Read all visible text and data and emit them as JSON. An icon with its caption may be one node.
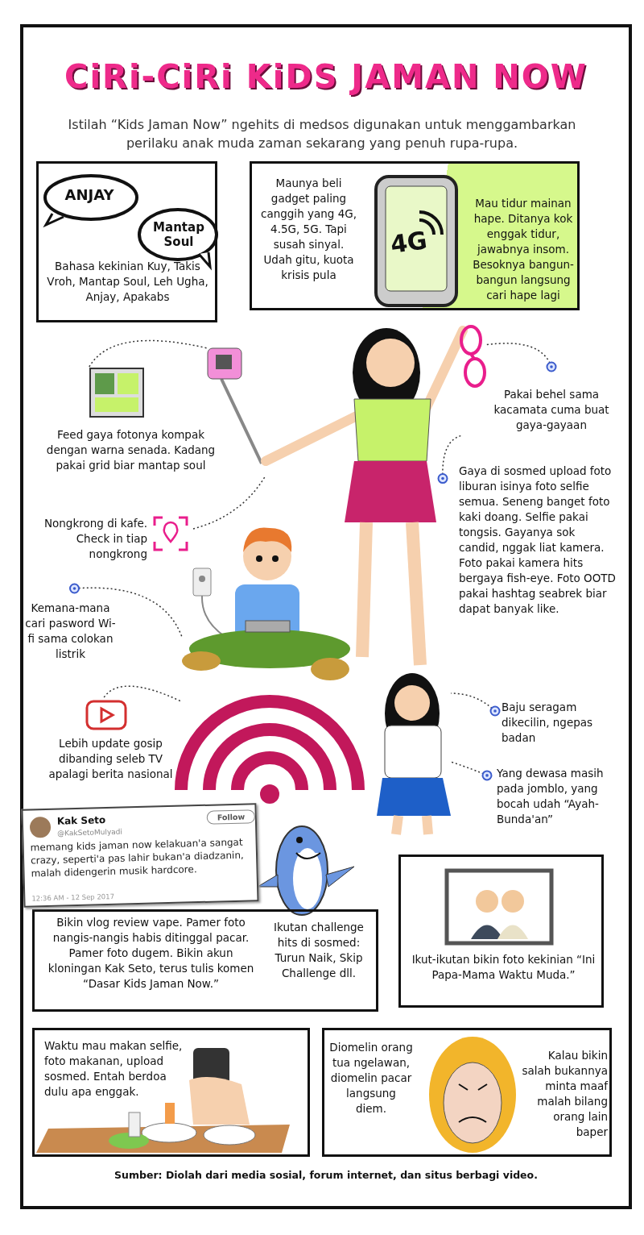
{
  "diagram": {
    "title": "CiRi-CiRi KiDS JAMAN NOW",
    "caption": "Sumber: Diolah dari media sosial, forum internet, dan situs berbagi video.",
    "nodes": [
      {
        "text": [
          "Bahasa kekinian Kuy, Takis Vroh, Mantap Soul, Leh Ugha, Anjay, Apakabs"
        ]
      },
      {
        "text": [
          "ANJAY"
        ],
        "in": 0
      },
      {
        "text": [
          "Mantap Soul"
        ],
        "in": 0
      },
      {
        "text": [
          "Maunya beli gadget paling canggih yang 4G, 4.5G, 5G. Tapi susah sinyal. Udah gitu, kuota krisis pula",
          "Mau tidur mainan hape. Ditanya kok enggak tidur, jawabnya insom. Besoknya bangun-bangun langsung cari hape lagi"
        ]
      },
      {
        "text": [],
        "shape": "picture",
        "in": 3
      },
      {
        "text": [
          "Feed gaya fotonya kompak dengan warna senada. Kadang pakai grid biar mantap soul"
        ]
      },
      {
        "text": [
          "Pakai behel sama kacamata cuma buat gaya-gayaan"
        ]
      },
      {
        "text": [
          "Gaya di sosmed upload foto liburan isinya foto selfie semua. Seneng banget foto kaki doang. Selfie pakai tongsis. Gayanya sok candid, nggak liat kamera. Foto pakai kamera hits bergaya fish-eye. Foto OOTD pakai hashtag seabrek biar dapat banyak like."
        ]
      },
      {
        "text": [
          "Nongkrong di kafe. Check in tiap nongkrong"
        ]
      },
      {
        "text": [
          "Kemana-mana cari pasword Wi-fi sama colokan listrik"
        ]
      },
      {
        "text": [
          "Lebih update gosip dibanding seleb TV apalagi berita nasional"
        ]
      },
      {
        "text": [
          "Baju seragam dikecilin, ngepas badan"
        ]
      },
      {
        "text": [
          "Yang dewasa masih pada jomblo, yang bocah udah “Ayah-Bunda'an”"
        ]
      },
      {
        "text": [
          "Kak Seto",
          "@KakSetoMulyadi",
          "memang kids jaman now kelakuan'a sangat crazy, seperti'a pas lahir bukan'a diadzanin, malah didengerin musik hardcore.",
          "12:36 AM - 12 Sep 2017"
        ]
      },
      {
        "text": [
          "Bikin vlog review vape. Pamer foto nangis-nangis habis ditinggal pacar. Pamer foto dugem. Bikin akun kloningan Kak Seto, terus tulis komen “Dasar Kids Jaman Now.”",
          "Ikutan challenge hits di sosmed: Turun Naik, Skip Challenge dll."
        ]
      },
      {
        "text": [
          "Ikut-ikutan bikin foto kekinian “Ini Papa-Mama Waktu Muda.”"
        ]
      },
      {
        "text": [
          "Waktu mau makan selfie, foto makanan, upload sosmed. Entah berdoa dulu apa enggak."
        ]
      },
      {
        "text": [
          "Diomelin orang tua ngelawan, diomelin pacar langsung diem.",
          "Kalau bikin salah bukannya minta maaf malah bilang orang lain baper"
        ]
      },
      {
        "text": [],
        "shape": "picture"
      },
      {
        "text": [],
        "shape": "person"
      },
      {
        "text": [],
        "shape": "person"
      },
      {
        "text": [],
        "shape": "picture"
      },
      {
        "text": [],
        "shape": "picture"
      },
      {
        "text": [],
        "shape": "person"
      }
    ],
    "edges": [
      {
        "from": 5,
        "to": 18,
        "arrow": "none",
        "style": "dashed"
      },
      {
        "from": 8,
        "to": 19,
        "arrow": "none",
        "style": "dashed"
      },
      {
        "from": 9,
        "to": 20,
        "arrow": "other",
        "style": "dashed"
      },
      {
        "from": 10,
        "to": 21,
        "arrow": "none",
        "style": "dashed"
      },
      {
        "from": 6,
        "to": 22,
        "arrow": "other",
        "style": "dashed"
      },
      {
        "from": 7,
        "to": 19,
        "arrow": "other",
        "style": "dashed"
      },
      {
        "from": 11,
        "to": 23,
        "arrow": "other",
        "style": "dashed"
      },
      {
        "from": 12,
        "to": 23,
        "arrow": "other",
        "style": "dashed"
      }
    ],
    "labels": [
      "Istilah “Kids Jaman Now” ngehits di medsos digunakan untuk menggambarkan perilaku anak muda zaman sekarang yang penuh rupa-rupa.",
      "4G",
      "Follow"
    ]
  }
}
